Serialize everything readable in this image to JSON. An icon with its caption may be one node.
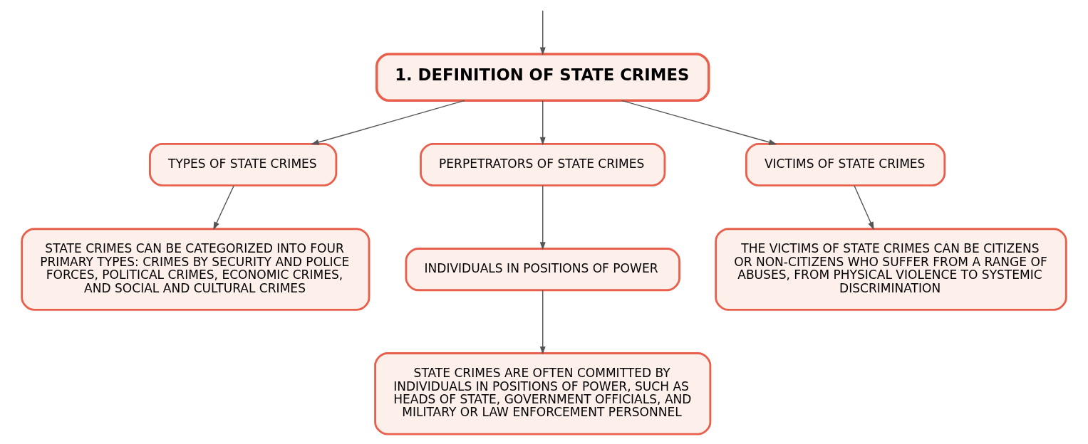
{
  "diagram": {
    "nodes": [
      {
        "text": [
          "1. DEFINITION OF STATE CRIMES"
        ]
      },
      {
        "text": [
          "TYPES OF STATE CRIMES"
        ]
      },
      {
        "text": [
          "PERPETRATORS OF STATE CRIMES"
        ]
      },
      {
        "text": [
          "VICTIMS OF STATE CRIMES"
        ]
      },
      {
        "text": [
          "STATE CRIMES CAN BE CATEGORIZED INTO FOUR PRIMARY TYPES: CRIMES BY SECURITY AND POLICE FORCES, POLITICAL CRIMES, ECONOMIC CRIMES, AND SOCIAL AND CULTURAL CRIMES"
        ]
      },
      {
        "text": [
          "INDIVIDUALS IN POSITIONS OF POWER"
        ]
      },
      {
        "text": [
          "STATE CRIMES ARE OFTEN COMMITTED BY INDIVIDUALS IN POSITIONS OF POWER, SUCH AS HEADS OF STATE, GOVERNMENT OFFICIALS, AND MILITARY OR LAW ENFORCEMENT PERSONNEL"
        ]
      },
      {
        "text": [
          "THE VICTIMS OF STATE CRIMES CAN BE CITIZENS OR NON-CITIZENS WHO SUFFER FROM A RANGE OF ABUSES, FROM PHYSICAL VIOLENCE TO SYSTEMIC DISCRIMINATION"
        ]
      }
    ],
    "edges": [
      {
        "from": null,
        "to": 0,
        "arrow": "to"
      },
      {
        "from": 0,
        "to": 1,
        "arrow": "to"
      },
      {
        "from": 0,
        "to": 2,
        "arrow": "to"
      },
      {
        "from": 0,
        "to": 3,
        "arrow": "to"
      },
      {
        "from": 1,
        "to": 4,
        "arrow": "to"
      },
      {
        "from": 2,
        "to": 5,
        "arrow": "to"
      },
      {
        "from": 5,
        "to": 6,
        "arrow": "to"
      },
      {
        "from": 3,
        "to": 7,
        "arrow": "to"
      }
    ]
  }
}
